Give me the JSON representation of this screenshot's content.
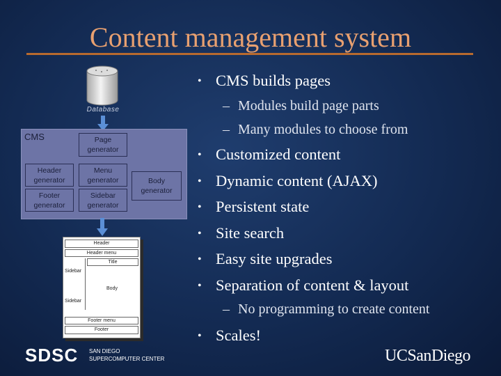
{
  "title": "Content management system",
  "diagram": {
    "database_label": "Database",
    "cms_label": "CMS",
    "modules": {
      "page": "Page generator",
      "header": "Header generator",
      "menu": "Menu generator",
      "footer": "Footer generator",
      "sidebar": "Sidebar generator",
      "body": "Body generator"
    },
    "page_parts": {
      "header": "Header",
      "header_menu": "Header menu",
      "title": "Title",
      "sidebar_top": "Sidebar",
      "body": "Body",
      "sidebar_bottom": "Sidebar",
      "footer_menu": "Footer menu",
      "footer": "Footer"
    }
  },
  "bullets": {
    "b1": "CMS builds pages",
    "b1_sub1": "Modules build page parts",
    "b1_sub2": "Many modules to choose from",
    "b2": "Customized content",
    "b3": "Dynamic content (AJAX)",
    "b4": "Persistent state",
    "b5": "Site search",
    "b6": "Easy site upgrades",
    "b7": "Separation of content & layout",
    "b7_sub1": "No programming to create content",
    "b8": "Scales!"
  },
  "footer": {
    "logo_left": "SDSC",
    "logo_left_sub1": "SAN DIEGO",
    "logo_left_sub2": "SUPERCOMPUTER CENTER",
    "logo_right": "UCSanDiego"
  },
  "colors": {
    "title": "#e8a070",
    "title_rule": "#b86a2e",
    "cms_box": "#6d74a6",
    "arrow": "#5b8fd6"
  }
}
